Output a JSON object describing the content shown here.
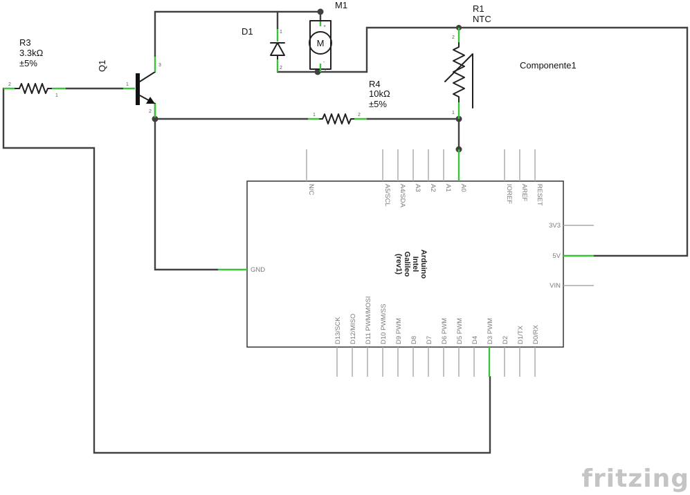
{
  "components": {
    "r3": {
      "ref": "R3",
      "value": "3.3kΩ",
      "tolerance": "±5%"
    },
    "q1": {
      "ref": "Q1"
    },
    "d1": {
      "ref": "D1"
    },
    "m1": {
      "ref": "M1",
      "symbol": "M"
    },
    "r1": {
      "ref": "R1",
      "value": "NTC"
    },
    "r4": {
      "ref": "R4",
      "value": "10kΩ",
      "tolerance": "±5%"
    },
    "part": {
      "label": "Componente1"
    }
  },
  "board": {
    "title_lines": [
      "Arduino",
      "Intel",
      "Galileo",
      "(rev1)"
    ],
    "top_pins": [
      "N/C",
      "A5/SCL",
      "A4/SDA",
      "A3",
      "A2",
      "A1",
      "A0",
      "IOREF",
      "AREF",
      "RESET"
    ],
    "right_pins": [
      "3V3",
      "5V",
      "VIN"
    ],
    "left_pins": [
      "GND"
    ],
    "bottom_pins": [
      "D13/SCK",
      "D12/MISO",
      "D11 PWM/MOSI",
      "D10 PWM/SS",
      "D9 PWM",
      "D8",
      "D7",
      "D6 PWM",
      "D5 PWM",
      "D4",
      "D3 PWM",
      "D2",
      "D1/TX",
      "D0/RX"
    ]
  },
  "pin_numbers": {
    "r3_left": "2",
    "r3_right": "1",
    "q1_base": "1",
    "q1_collector": "3",
    "q1_emitter": "2",
    "d1_top": "1",
    "d1_bottom": "2",
    "m1_plus": "+",
    "m1_minus": "-",
    "m1_top": "1",
    "m1_bottom": "2",
    "r1_top": "2",
    "r1_bottom": "1",
    "r4_left": "1",
    "r4_right": "2"
  },
  "watermark": "fritzing",
  "colors": {
    "wire": "#404040",
    "connected_pin": "#39c23a",
    "pin": "#a8a8a8"
  }
}
